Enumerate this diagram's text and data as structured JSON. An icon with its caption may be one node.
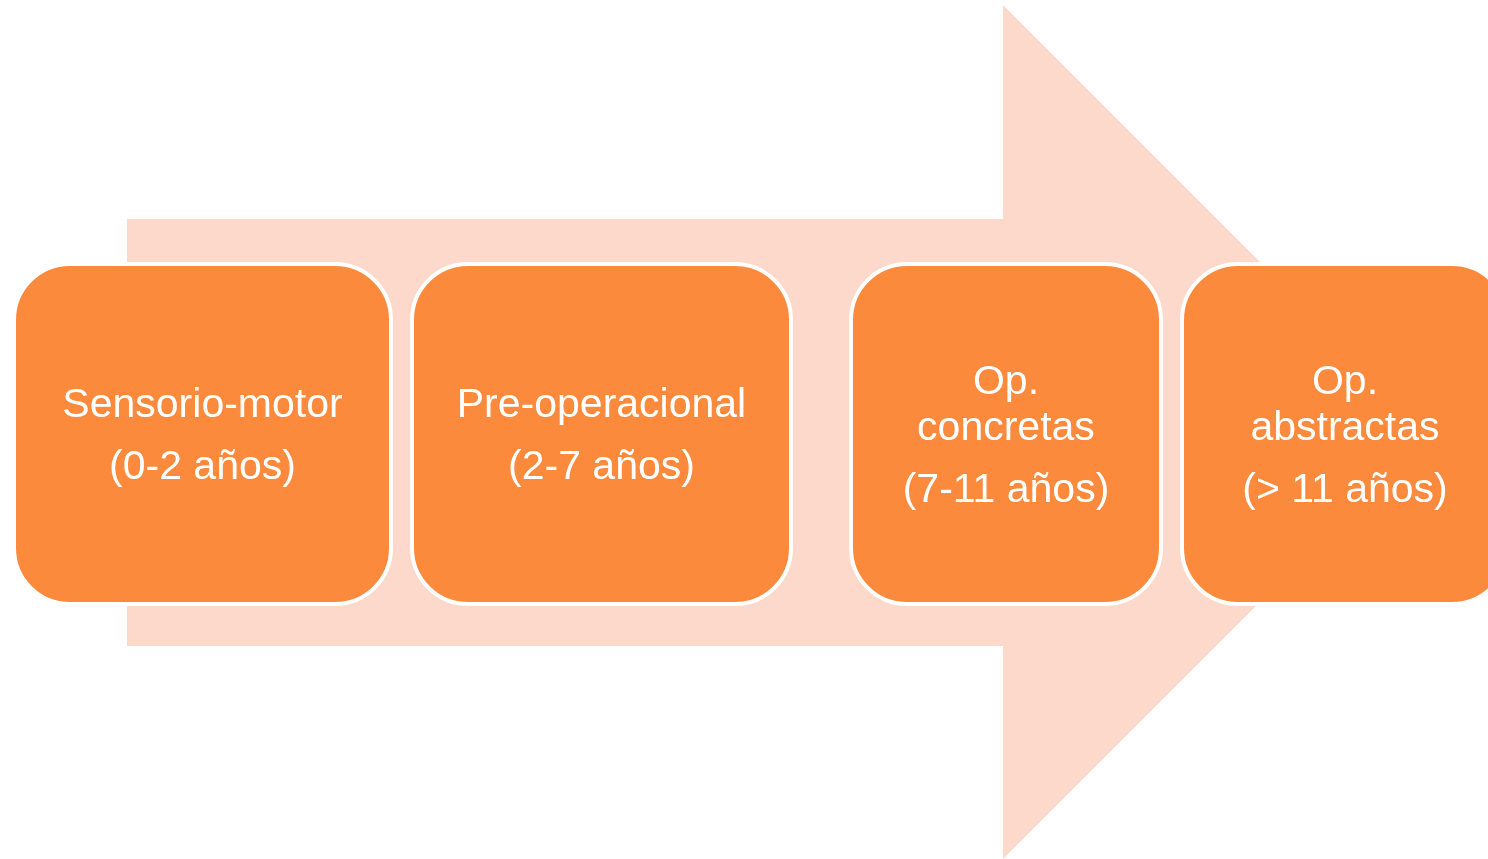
{
  "diagram": {
    "nodes": [
      {
        "text": [
          "Sensorio-motor",
          "(0-2 años)"
        ]
      },
      {
        "text": [
          "Pre-operacional",
          "(2-7 años)"
        ]
      },
      {
        "text": [
          "Op. concretas",
          "(7-11 años)"
        ]
      },
      {
        "text": [
          "Op. abstractas",
          "(> 11 años)"
        ]
      }
    ],
    "edges": [
      {
        "from": 0,
        "to": 3,
        "arrow": "to"
      }
    ]
  }
}
